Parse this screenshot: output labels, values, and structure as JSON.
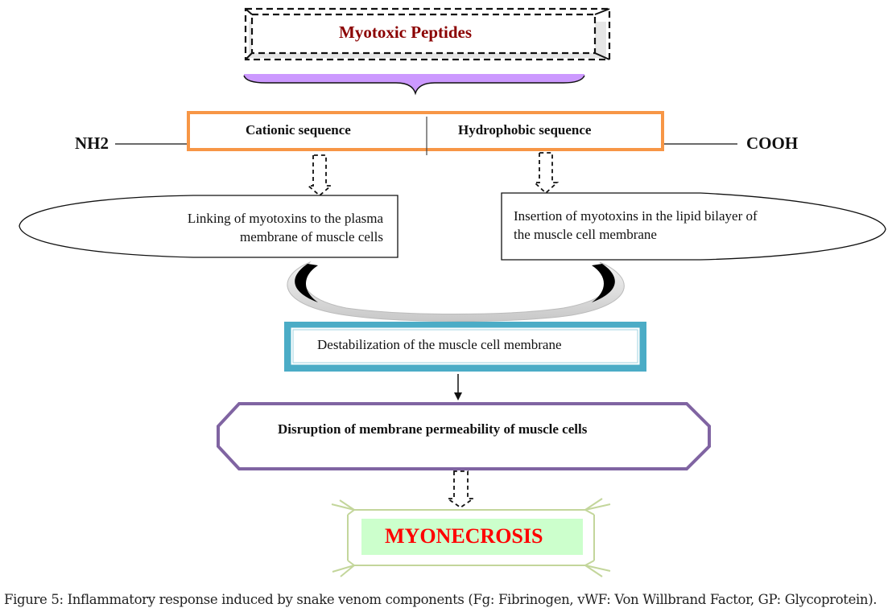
{
  "title": "Myotoxic Peptides",
  "terminals": {
    "left": "NH2",
    "right": "COOH"
  },
  "sequence": {
    "cationic": "Cationic sequence",
    "hydrophobic": "Hydrophobic sequence"
  },
  "mechanisms": {
    "linking_line1": "Linking of myotoxins to the plasma",
    "linking_line2": "membrane of muscle cells",
    "insertion_line1": "Insertion of myotoxins in the lipid bilayer of",
    "insertion_line2": "the muscle cell membrane"
  },
  "destabilization": "Destabilization of the muscle cell membrane",
  "disruption": "Disruption of membrane permeability of muscle cells",
  "outcome": "MYONECROSIS",
  "caption": {
    "label": "Figure 5:",
    "text": " Inflammatory response induced by snake venom components (Fg: Fibrinogen, vWF: Von Willbrand Factor, GP: Glycoprotein)."
  },
  "colors": {
    "title_text": "#8b0000",
    "sequence_border": "#f79646",
    "brace_fill": "#cc99ff",
    "destabilization_border": "#4bacc6",
    "disruption_border": "#8064a2",
    "outcome_text": "#ff0000",
    "outcome_fill": "#ccffcc",
    "outcome_frame": "#c3d69b"
  }
}
